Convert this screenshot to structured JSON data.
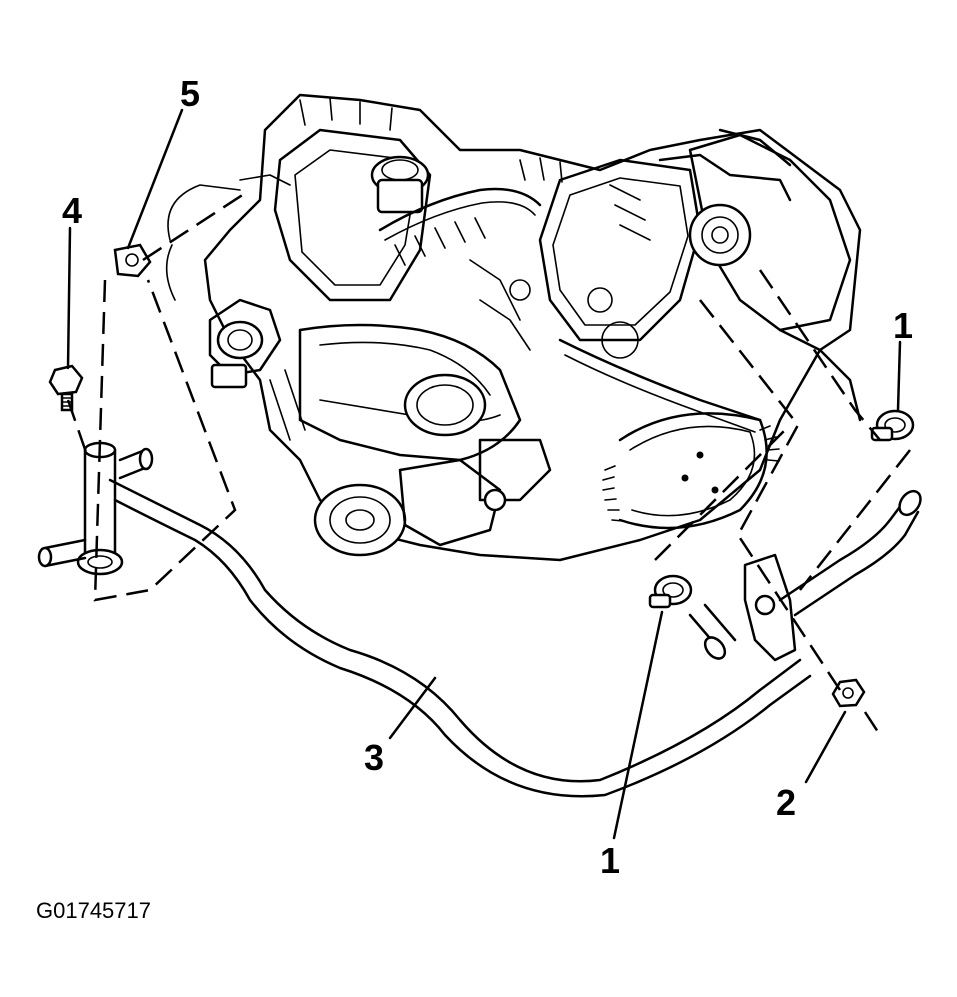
{
  "callouts": {
    "c1_right": "1",
    "c1_bottom": "1",
    "c2": "2",
    "c3": "3",
    "c4": "4",
    "c5": "5"
  },
  "figure_id": "G01745717"
}
